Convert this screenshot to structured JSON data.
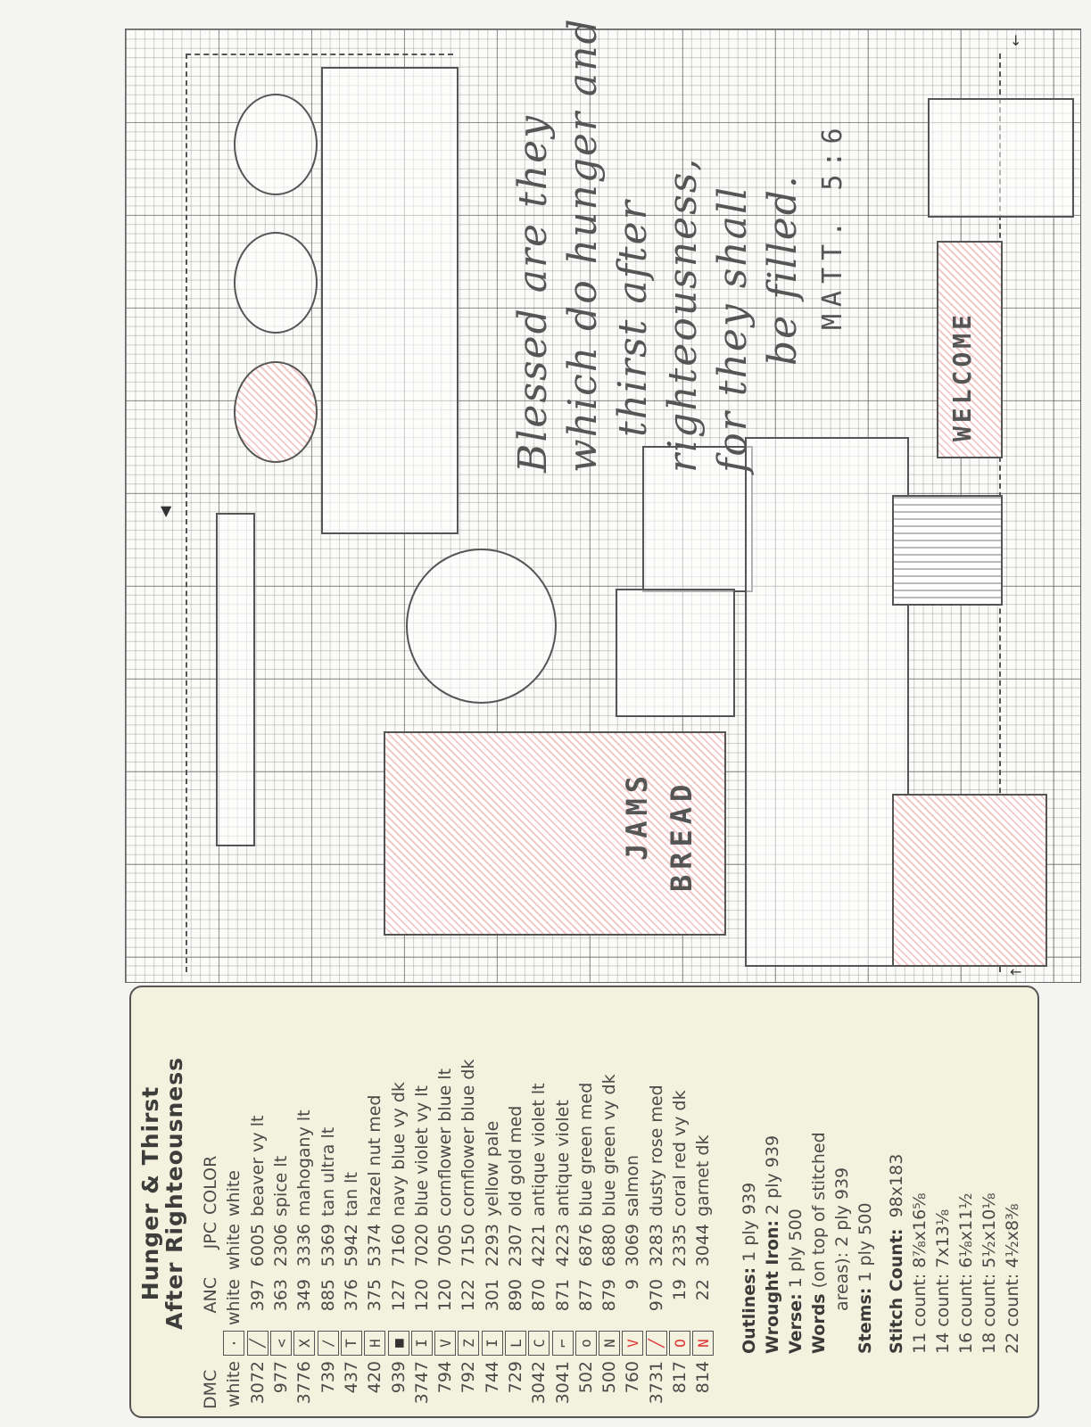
{
  "chart": {
    "verse_lines": [
      "Blessed are they",
      "which do hunger and",
      "thirst after",
      "righteousness,",
      "for they shall",
      "be filled."
    ],
    "verse_reference": "MATT. 5:6",
    "stitched_words": [
      "BREAD",
      "JAMS",
      "WELCOME"
    ]
  },
  "legend": {
    "title_line1": "Hunger & Thirst",
    "title_line2": "After Righteousness",
    "headers": {
      "dmc": "DMC",
      "anc": "ANC",
      "jpc": "JPC",
      "color": "COLOR"
    },
    "rows": [
      {
        "dmc": "white",
        "symbol": "·",
        "symbol_color": "#444444",
        "anc": "white",
        "jpc": "white",
        "color": "white"
      },
      {
        "dmc": "3072",
        "symbol": "╱",
        "symbol_color": "#444444",
        "anc": "397",
        "jpc": "6005",
        "color": "beaver vy lt"
      },
      {
        "dmc": "977",
        "symbol": "<",
        "symbol_color": "#444444",
        "anc": "363",
        "jpc": "2306",
        "color": "spice lt"
      },
      {
        "dmc": "3776",
        "symbol": "X",
        "symbol_color": "#444444",
        "anc": "349",
        "jpc": "3336",
        "color": "mahogany lt"
      },
      {
        "dmc": "739",
        "symbol": "/",
        "symbol_color": "#444444",
        "anc": "885",
        "jpc": "5369",
        "color": "tan ultra lt"
      },
      {
        "dmc": "437",
        "symbol": "T",
        "symbol_color": "#444444",
        "anc": "376",
        "jpc": "5942",
        "color": "tan lt"
      },
      {
        "dmc": "420",
        "symbol": "H",
        "symbol_color": "#444444",
        "anc": "375",
        "jpc": "5374",
        "color": "hazel nut med"
      },
      {
        "dmc": "939",
        "symbol": "■",
        "symbol_color": "#333333",
        "anc": "127",
        "jpc": "7160",
        "color": "navy blue vy dk"
      },
      {
        "dmc": "3747",
        "symbol": "I",
        "symbol_color": "#444444",
        "anc": "120",
        "jpc": "7020",
        "color": "blue violet vy lt"
      },
      {
        "dmc": "794",
        "symbol": "V",
        "symbol_color": "#444444",
        "anc": "120",
        "jpc": "7005",
        "color": "cornflower blue lt"
      },
      {
        "dmc": "792",
        "symbol": "Z",
        "symbol_color": "#444444",
        "anc": "122",
        "jpc": "7150",
        "color": "cornflower blue dk"
      },
      {
        "dmc": "744",
        "symbol": "I",
        "symbol_color": "#444444",
        "anc": "301",
        "jpc": "2293",
        "color": "yellow pale"
      },
      {
        "dmc": "729",
        "symbol": "L",
        "symbol_color": "#444444",
        "anc": "890",
        "jpc": "2307",
        "color": "old gold med"
      },
      {
        "dmc": "3042",
        "symbol": "C",
        "symbol_color": "#444444",
        "anc": "870",
        "jpc": "4221",
        "color": "antique violet lt"
      },
      {
        "dmc": "3041",
        "symbol": "⌐",
        "symbol_color": "#444444",
        "anc": "871",
        "jpc": "4223",
        "color": "antique violet"
      },
      {
        "dmc": "502",
        "symbol": "o",
        "symbol_color": "#444444",
        "anc": "877",
        "jpc": "6876",
        "color": "blue green med"
      },
      {
        "dmc": "500",
        "symbol": "N",
        "symbol_color": "#444444",
        "anc": "879",
        "jpc": "6880",
        "color": "blue green vy dk"
      },
      {
        "dmc": "760",
        "symbol": "V",
        "symbol_color": "#e03030",
        "anc": "9",
        "jpc": "3069",
        "color": "salmon"
      },
      {
        "dmc": "3731",
        "symbol": "╱",
        "symbol_color": "#e03030",
        "anc": "970",
        "jpc": "3283",
        "color": "dusty rose med"
      },
      {
        "dmc": "817",
        "symbol": "O",
        "symbol_color": "#e03030",
        "anc": "19",
        "jpc": "2335",
        "color": "coral red vy dk"
      },
      {
        "dmc": "814",
        "symbol": "N",
        "symbol_color": "#e03030",
        "anc": "22",
        "jpc": "3044",
        "color": "garnet dk"
      }
    ],
    "notes": [
      {
        "label": "Outlines:",
        "text": " 1 ply 939"
      },
      {
        "label": "Wrought Iron:",
        "text": " 2 ply 939"
      },
      {
        "label": "Verse:",
        "text": " 1 ply 500"
      },
      {
        "label": "Words",
        "text": " (on top of stitched"
      },
      {
        "label": "",
        "text": "areas): 2 ply 939"
      },
      {
        "label": "Stems:",
        "text": " 1 ply 500"
      }
    ],
    "stitch_count": {
      "label": "Stitch Count:",
      "value": "98x183",
      "sizes": [
        "11 count: 8⅞x16⅝",
        "14 count: 7x13⅛",
        "16 count: 6⅛x11½",
        "18 count: 5½x10⅛",
        "22 count: 4½x8⅜"
      ]
    }
  }
}
